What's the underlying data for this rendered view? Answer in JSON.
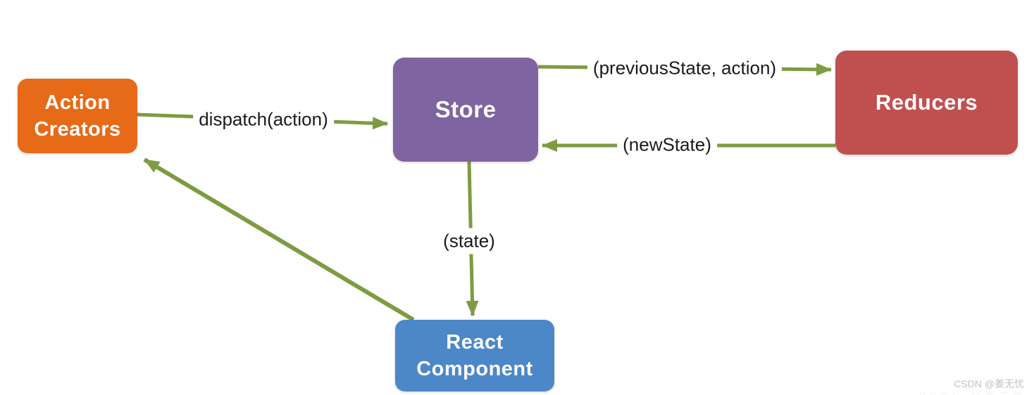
{
  "diagram": {
    "arrow_color": "#7E9B42",
    "edge_label_color": "#1B1B1B",
    "nodes": {
      "action_creators": {
        "label": "Action\nCreators",
        "color": "#E66A17",
        "text_color": "#FFFFFF"
      },
      "store": {
        "label": "Store",
        "color": "#7E64A0",
        "text_color": "#FFFFFF"
      },
      "reducers": {
        "label": "Reducers",
        "color": "#C05050",
        "text_color": "#FFFFFF"
      },
      "react_component": {
        "label": "React\nComponent",
        "color": "#4C87C8",
        "text_color": "#FFFFFF"
      }
    },
    "edge_labels": {
      "dispatch": "dispatch(action)",
      "previous_state": "(previousState, action)",
      "new_state": "(newState)",
      "state": "(state)"
    }
  },
  "watermark": {
    "text": "CSDN @姜无忧",
    "color": "#C3C3C3",
    "clipped_color": "#ECEAEA"
  }
}
